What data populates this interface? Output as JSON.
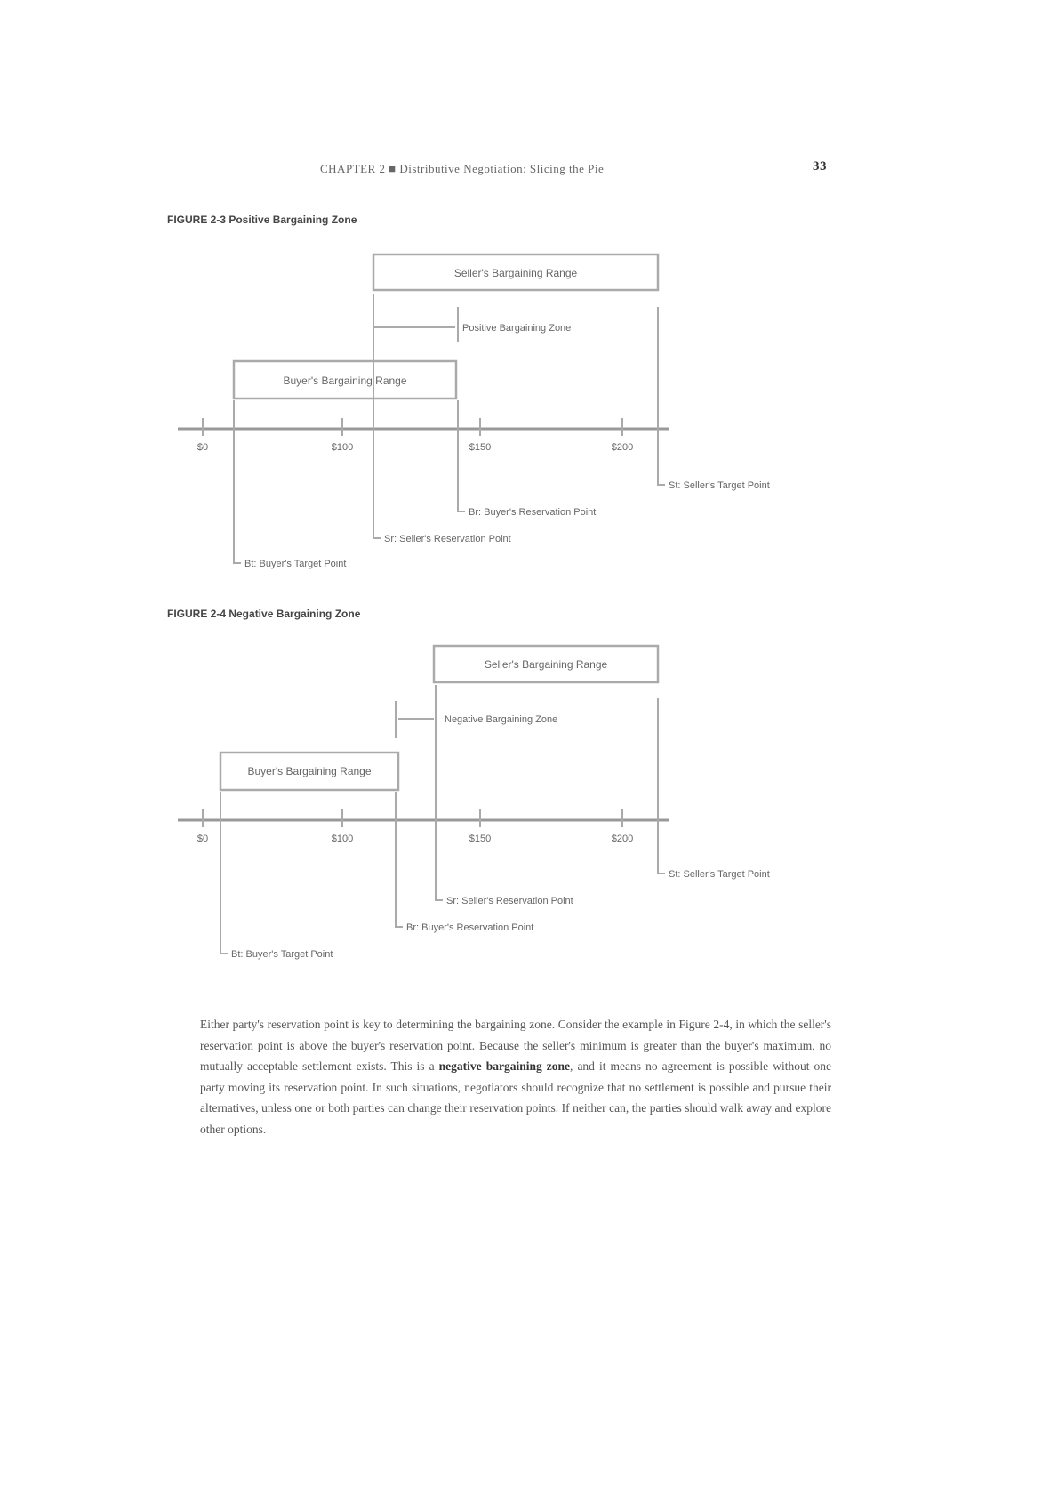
{
  "header": {
    "running_title": "CHAPTER 2 ■ Distributive Negotiation: Slicing the Pie",
    "page_number": "33"
  },
  "figure1": {
    "title": "FIGURE 2-3 Positive Bargaining Zone",
    "seller_range": "Seller's Bargaining Range",
    "buyer_range": "Buyer's Bargaining Range",
    "zone_label": "Positive Bargaining Zone",
    "ticks": [
      "$0",
      "$100",
      "$150",
      "$200"
    ],
    "points": {
      "st": "St: Seller's Target Point",
      "br": "Br: Buyer's Reservation Point",
      "sr": "Sr: Seller's Reservation Point",
      "bt": "Bt: Buyer's Target Point"
    }
  },
  "figure2": {
    "title": "FIGURE 2-4 Negative Bargaining Zone",
    "seller_range": "Seller's Bargaining Range",
    "buyer_range": "Buyer's Bargaining Range",
    "zone_label": "Negative Bargaining Zone",
    "ticks": [
      "$0",
      "$100",
      "$150",
      "$200"
    ],
    "points": {
      "st": "St: Seller's Target Point",
      "sr": "Sr: Seller's Reservation Point",
      "br": "Br: Buyer's Reservation Point",
      "bt": "Bt: Buyer's Target Point"
    }
  },
  "body": {
    "p1": "Either party's reservation point is key to determining the bargaining zone. Consider the example in Figure 2-4, in which the seller's reservation point is above the buyer's reservation point. Because the seller's minimum is greater than the buyer's maximum, no mutually acceptable settlement exists. This is a",
    "term": "negative bargaining zone",
    "p2": ", and it means no agreement is possible without one party moving its reservation point. In such situations, negotiators should recognize that no settlement is possible and pursue their alternatives, unless one or both parties can change their reservation points. If neither can, the parties should walk away and explore other options."
  }
}
